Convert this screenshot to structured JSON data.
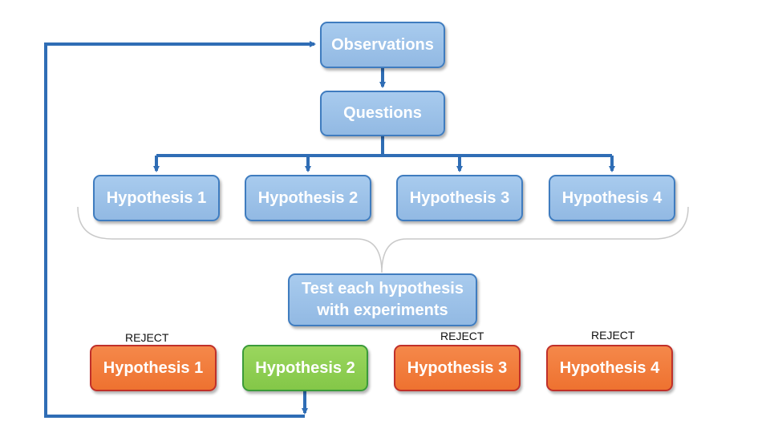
{
  "nodes": {
    "observations": "Observations",
    "questions": "Questions",
    "hypotheses": [
      "Hypothesis 1",
      "Hypothesis 2",
      "Hypothesis 3",
      "Hypothesis 4"
    ],
    "test": [
      "Test each hypothesis",
      "with experiments"
    ],
    "results": [
      {
        "label": "Hypothesis 1",
        "status": "REJECT"
      },
      {
        "label": "Hypothesis 2",
        "status": ""
      },
      {
        "label": "Hypothesis 3",
        "status": "REJECT"
      },
      {
        "label": "Hypothesis 4",
        "status": "REJECT"
      }
    ]
  },
  "colors": {
    "connector": "#2f6db5",
    "node_blue": "#9dc3e6",
    "node_reject": "#f07b3c",
    "node_accept": "#92d050"
  }
}
